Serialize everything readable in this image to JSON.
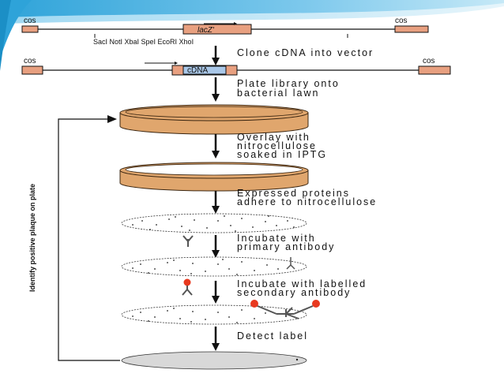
{
  "colors": {
    "header_dark": "#2ea3d9",
    "header_light": "#9fd8f2",
    "vector_bar": "#e8a080",
    "dish_fill": "#e0a66d",
    "dish_border": "#3a2510",
    "label_dot": "#e8391f",
    "detect_fill": "#d8d8d8"
  },
  "vector_top": {
    "left_end": "cos",
    "right_end": "cos",
    "insert_label": "lacZ'",
    "sites": "SacI NotI  XbaI SpeI EcoRI  XhoI"
  },
  "vector_bottom": {
    "left_end": "cos",
    "right_end": "cos",
    "insert_label": "cDNA"
  },
  "side_label": "Identify positive plaque on plate",
  "steps": {
    "clone": "Clone cDNA into vector",
    "plate_1": "Plate library onto",
    "plate_2": "bacterial lawn",
    "overlay_1": "Overlay with",
    "overlay_2": "nitrocellulose",
    "overlay_3": "soaked in IPTG",
    "express_1": "Expressed proteins",
    "express_2": "adhere to nitrocellulose",
    "primary_1": "Incubate with",
    "primary_2": "primary antibody",
    "secondary_1": "Incubate with labelled",
    "secondary_2": "secondary antibody",
    "detect": "Detect label"
  }
}
